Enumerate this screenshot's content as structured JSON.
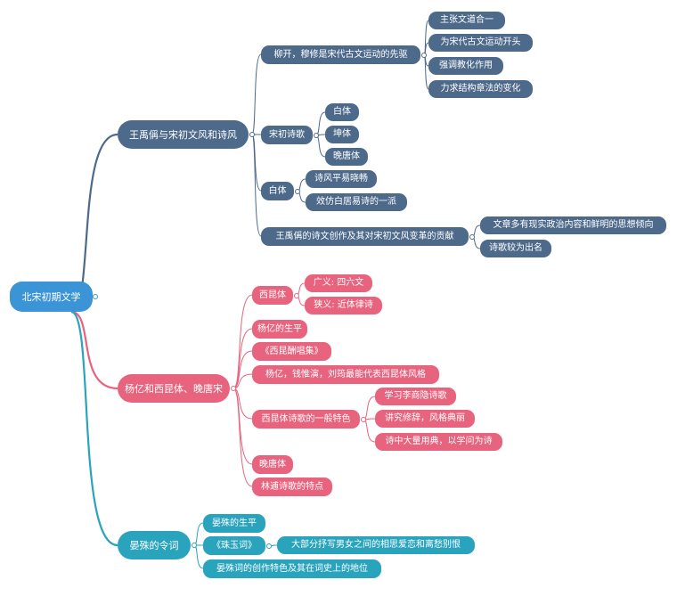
{
  "colors": {
    "root": "#3a94d6",
    "slate": "#4e6a8b",
    "pink": "#e8637e",
    "teal": "#2aa3bd"
  },
  "root": {
    "label": "北宋初期文学"
  },
  "branches": {
    "b1": {
      "label": "王禹偁与宋初文风和诗风",
      "t1": {
        "label": "柳开，穆修是宋代古文运动的先驱",
        "c1": "主张文道合一",
        "c2": "为宋代古文运动开头",
        "c3": "强调教化作用",
        "c4": "力求结构章法的变化"
      },
      "t2": {
        "label": "宋初诗歌",
        "c1": "白体",
        "c2": "坤体",
        "c3": "晚唐体"
      },
      "t3": {
        "label": "白体",
        "c1": "诗风平易晓畅",
        "c2": "效仿白居易诗的一派"
      },
      "t4": {
        "label": "王禹偁的诗文创作及其对宋初文风变革的贡献",
        "c1": "文章多有现实政治内容和鲜明的思想倾向",
        "c2": "诗歌较为出名"
      }
    },
    "b2": {
      "label": "杨亿和西昆体、晚唐宋",
      "t1": {
        "label": "西昆体",
        "c1": "广义: 四六文",
        "c2": "狭义: 近体律诗"
      },
      "t2": {
        "label": "杨亿的生平"
      },
      "t3": {
        "label": "《西昆酬唱集》"
      },
      "t4": {
        "label": "杨亿，钱惟演，刘筠最能代表西昆体风格"
      },
      "t5": {
        "label": "西昆体诗歌的一般特色",
        "c1": "学习李商隐诗歌",
        "c2": "讲究修辞，风格典丽",
        "c3": "诗中大量用典，以学问为诗"
      },
      "t6": {
        "label": "晚唐体"
      },
      "t7": {
        "label": "林逋诗歌的特点"
      }
    },
    "b3": {
      "label": "晏殊的令词",
      "t1": {
        "label": "晏殊的生平"
      },
      "t2": {
        "label": "《珠玉词》",
        "c1": "大部分抒写男女之间的相思爱恋和离愁别恨"
      },
      "t3": {
        "label": "晏殊词的创作特色及其在词史上的地位"
      }
    }
  }
}
